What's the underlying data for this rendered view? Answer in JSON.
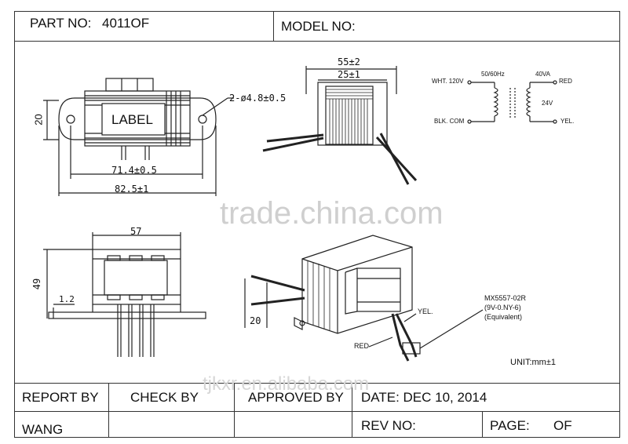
{
  "header": {
    "part_no_label": "PART NO:",
    "part_no_value": "4011OF",
    "model_no_label": "MODEL NO:"
  },
  "top_view": {
    "label_text": "LABEL",
    "hole_spec": "2-ø4.8±0.5",
    "dim_height": "20",
    "dim_inner": "71.4±0.5",
    "dim_outer": "82.5±1"
  },
  "side_view": {
    "dim_outer": "55±2",
    "dim_inner": "25±1"
  },
  "schematic": {
    "primary_top": "WHT. 120V",
    "primary_bottom": "BLK. COM",
    "frequency": "50/60Hz",
    "power": "40VA",
    "secondary_voltage": "24V",
    "secondary_top": "RED",
    "secondary_bottom": "YEL."
  },
  "front_view": {
    "dim_width": "57",
    "dim_height": "49",
    "dim_flange": "1.2"
  },
  "iso_view": {
    "dim_lead": "20",
    "wire_yel": "YEL.",
    "wire_red": "RED",
    "connector_line1": "MX5557-02R",
    "connector_line2": "(9V-0.NY-6)",
    "connector_line3": "(Equivalent)"
  },
  "unit_note": "UNIT:mm±1",
  "watermarks": {
    "center": "trade.china.com",
    "bottom": "tjkxr.en.alibaba.com"
  },
  "footer": {
    "report_by_label": "REPORT BY",
    "report_by_value": "WANG",
    "check_by_label": "CHECK BY",
    "approved_by_label": "APPROVED BY",
    "date_label": "DATE: DEC 10, 2014",
    "rev_no_label": "REV NO:",
    "page_label": "PAGE:",
    "page_of": "OF"
  }
}
